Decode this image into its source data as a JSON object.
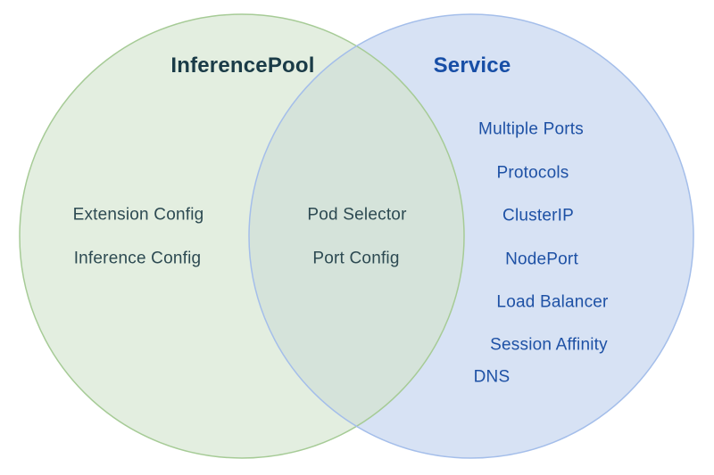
{
  "diagram": {
    "type": "venn",
    "left": {
      "title": "InferencePool",
      "items": [
        {
          "label": "Extension Config"
        },
        {
          "label": "Inference Config"
        }
      ],
      "fill": "#e3eee0",
      "stroke": "#a6cb96",
      "title_color": "#1a3b47",
      "text_color": "#2d4a52"
    },
    "right": {
      "title": "Service",
      "items": [
        {
          "label": "Multiple Ports"
        },
        {
          "label": "Protocols"
        },
        {
          "label": "ClusterIP"
        },
        {
          "label": "NodePort"
        },
        {
          "label": "Load Balancer"
        },
        {
          "label": "Session Affinity"
        },
        {
          "label": "DNS"
        }
      ],
      "fill": "#d7e2f4",
      "stroke": "#a4beea",
      "title_color": "#174ea6",
      "text_color": "#1e51a5"
    },
    "overlap": {
      "items": [
        {
          "label": "Pod Selector"
        },
        {
          "label": "Port Config"
        }
      ],
      "fill": "#d5e3da",
      "text_color": "#2d4a52"
    }
  }
}
